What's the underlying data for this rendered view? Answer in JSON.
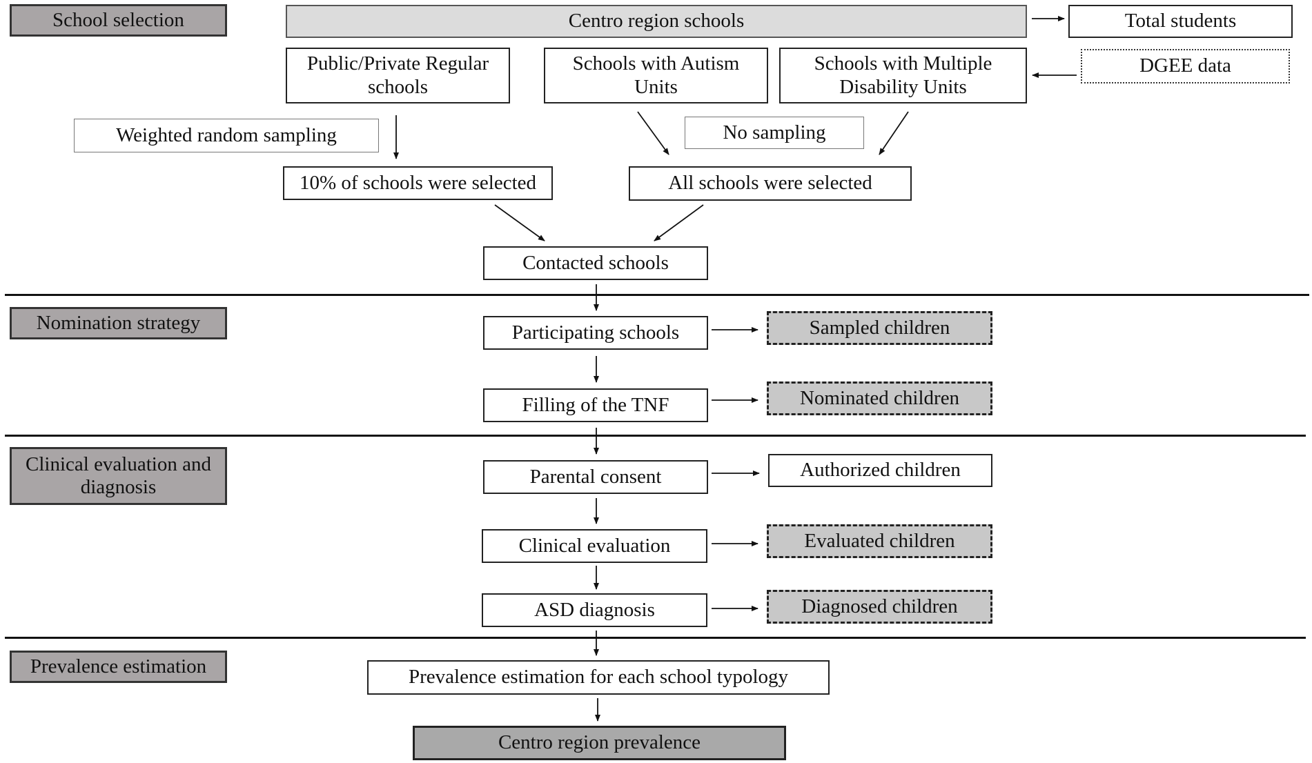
{
  "stages": {
    "school_selection": "School selection",
    "nomination_strategy": "Nomination strategy",
    "clinical_evaluation": "Clinical evaluation and diagnosis",
    "prevalence_estimation": "Prevalence estimation"
  },
  "boxes": {
    "centro_region_schools": "Centro region schools",
    "total_students": "Total students",
    "regular_schools": "Public/Private Regular schools",
    "autism_units": "Schools with Autism Units",
    "multiple_disability_units": "Schools with Multiple Disability Units",
    "dgee_data": "DGEE data",
    "weighted_random_sampling": "Weighted random sampling",
    "no_sampling": "No sampling",
    "ten_percent_selected": "10% of schools were selected",
    "all_selected": "All schools were selected",
    "contacted_schools": "Contacted schools",
    "participating_schools": "Participating schools",
    "sampled_children": "Sampled children",
    "filling_tnf": "Filling of the TNF",
    "nominated_children": "Nominated children",
    "parental_consent": "Parental consent",
    "authorized_children": "Authorized children",
    "clinical_evaluation": "Clinical evaluation",
    "evaluated_children": "Evaluated children",
    "asd_diagnosis": "ASD diagnosis",
    "diagnosed_children": "Diagnosed children",
    "prevalence_each_typology": "Prevalence estimation for each school typology",
    "centro_region_prevalence": "Centro region prevalence"
  }
}
